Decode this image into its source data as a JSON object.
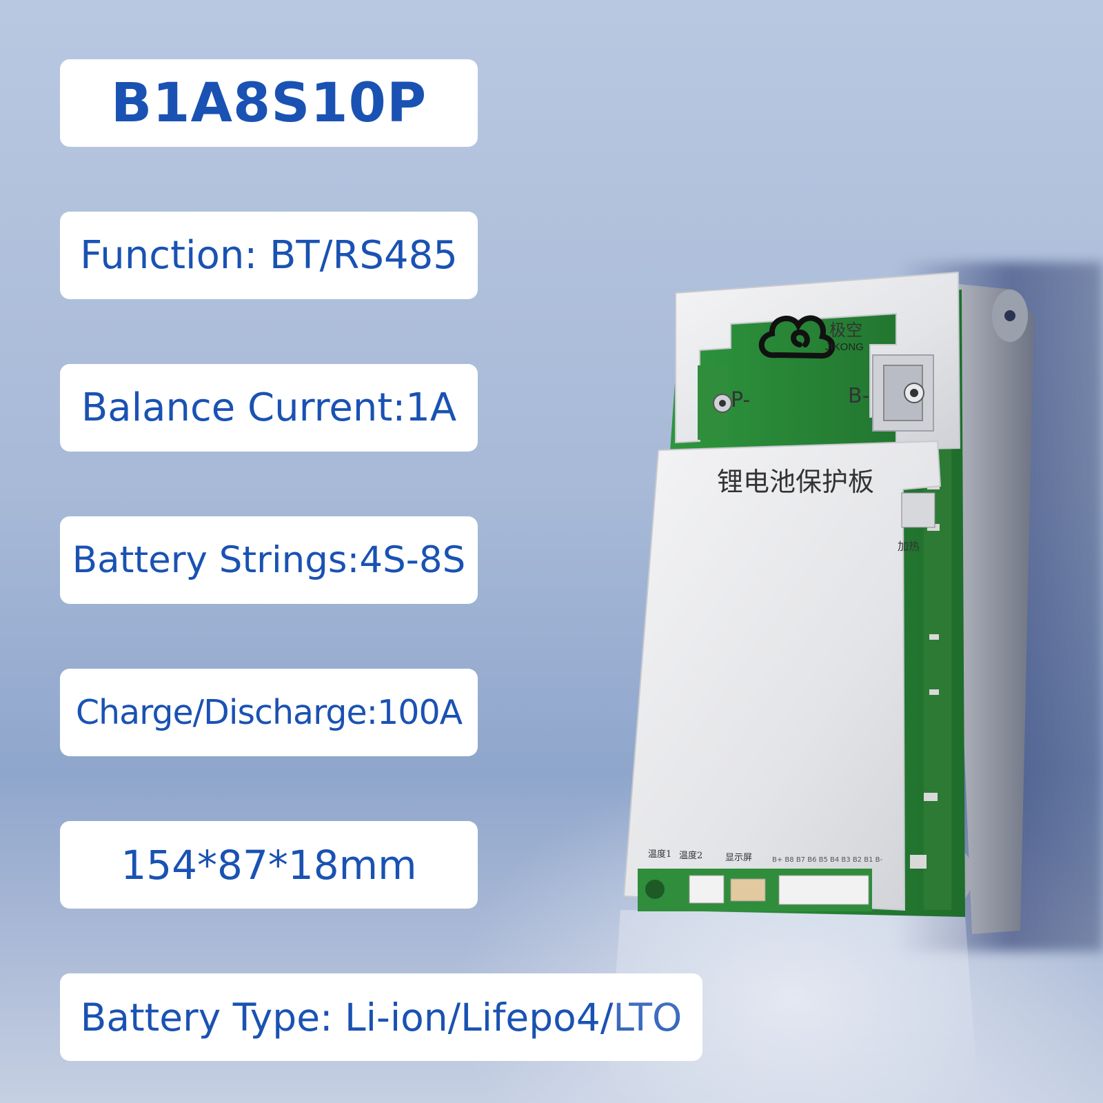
{
  "title": "B1A8S10P",
  "specs": {
    "function": "Function: BT/RS485",
    "balance_current": "Balance Current:1A",
    "battery_strings": "Battery Strings:4S-8S",
    "charge_discharge": "Charge/Discharge:100A",
    "dimensions": "154*87*18mm",
    "battery_type": "Battery Type: Li-ion/Lifepo4/LTO"
  },
  "board": {
    "brand_cn": "极空",
    "brand_en": "JIKONG",
    "terminal_p": "P-",
    "terminal_b": "B-",
    "label_cn": "锂电池保护板",
    "heat_label": "加热",
    "temp1_label": "温度1",
    "temp2_label": "温度2",
    "display_label": "显示屏",
    "balance_pins": "B+ B8 B7 B6 B5 B4 B3 B2 B1 B-"
  },
  "colors": {
    "accent": "#1a52b3",
    "pcb_green": "#2e8b3a",
    "plate": "#e6e6e8"
  }
}
